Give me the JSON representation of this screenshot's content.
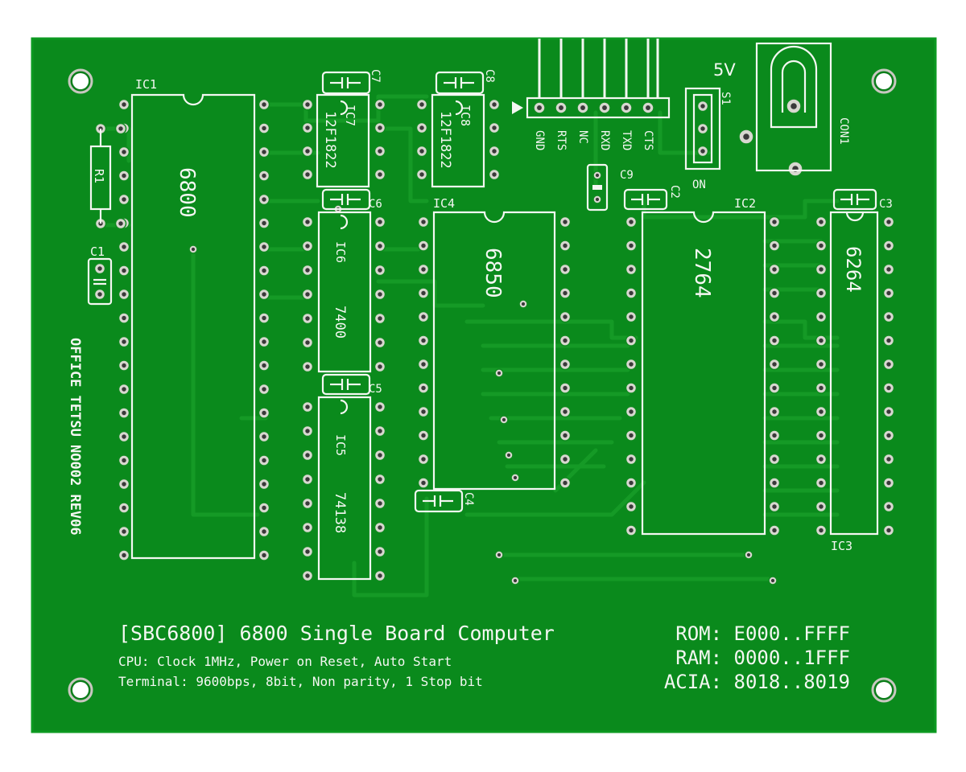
{
  "colors": {
    "board": "#0a8a1c",
    "board_edge": "#0c9a21",
    "silkscreen": "#f4f7f2",
    "trace": "#159a26",
    "pad": "#d8d8d0",
    "background": "#ffffff"
  },
  "components": {
    "ic1": {
      "ref": "IC1",
      "part": "6800"
    },
    "ic2": {
      "ref": "IC2",
      "part": "2764"
    },
    "ic3": {
      "ref": "IC3",
      "part": "6264"
    },
    "ic4": {
      "ref": "IC4",
      "part": "6850"
    },
    "ic5": {
      "ref": "IC5",
      "part": "74138"
    },
    "ic6": {
      "ref": "IC6",
      "part": "7400"
    },
    "ic7": {
      "ref": "IC7",
      "part": "12F1822"
    },
    "ic8": {
      "ref": "IC8",
      "part": "12F1822"
    },
    "r1": {
      "ref": "R1"
    },
    "c1": {
      "ref": "C1"
    },
    "c2": {
      "ref": "C2"
    },
    "c3": {
      "ref": "C3"
    },
    "c4": {
      "ref": "C4"
    },
    "c5": {
      "ref": "C5"
    },
    "c6": {
      "ref": "C6"
    },
    "c7": {
      "ref": "C7"
    },
    "c8": {
      "ref": "C8"
    },
    "c9": {
      "ref": "C9"
    },
    "s1": {
      "ref": "S1",
      "on_label": "ON"
    },
    "con1": {
      "ref": "CON1",
      "voltage": "5V"
    }
  },
  "serial_header": {
    "pins": [
      "GND",
      "RTS",
      "NC",
      "RXD",
      "TXD",
      "CTS"
    ]
  },
  "side_text": "OFFICE TETSU NO002 REV06",
  "footer": {
    "title": "[SBC6800] 6800 Single Board Computer",
    "cpu_line": "CPU: Clock 1MHz, Power on Reset, Auto Start",
    "terminal_line": "Terminal: 9600bps, 8bit, Non parity, 1 Stop bit",
    "rom": "ROM: E000..FFFF",
    "ram": "RAM: 0000..1FFF",
    "acia": "ACIA: 8018..8019"
  }
}
